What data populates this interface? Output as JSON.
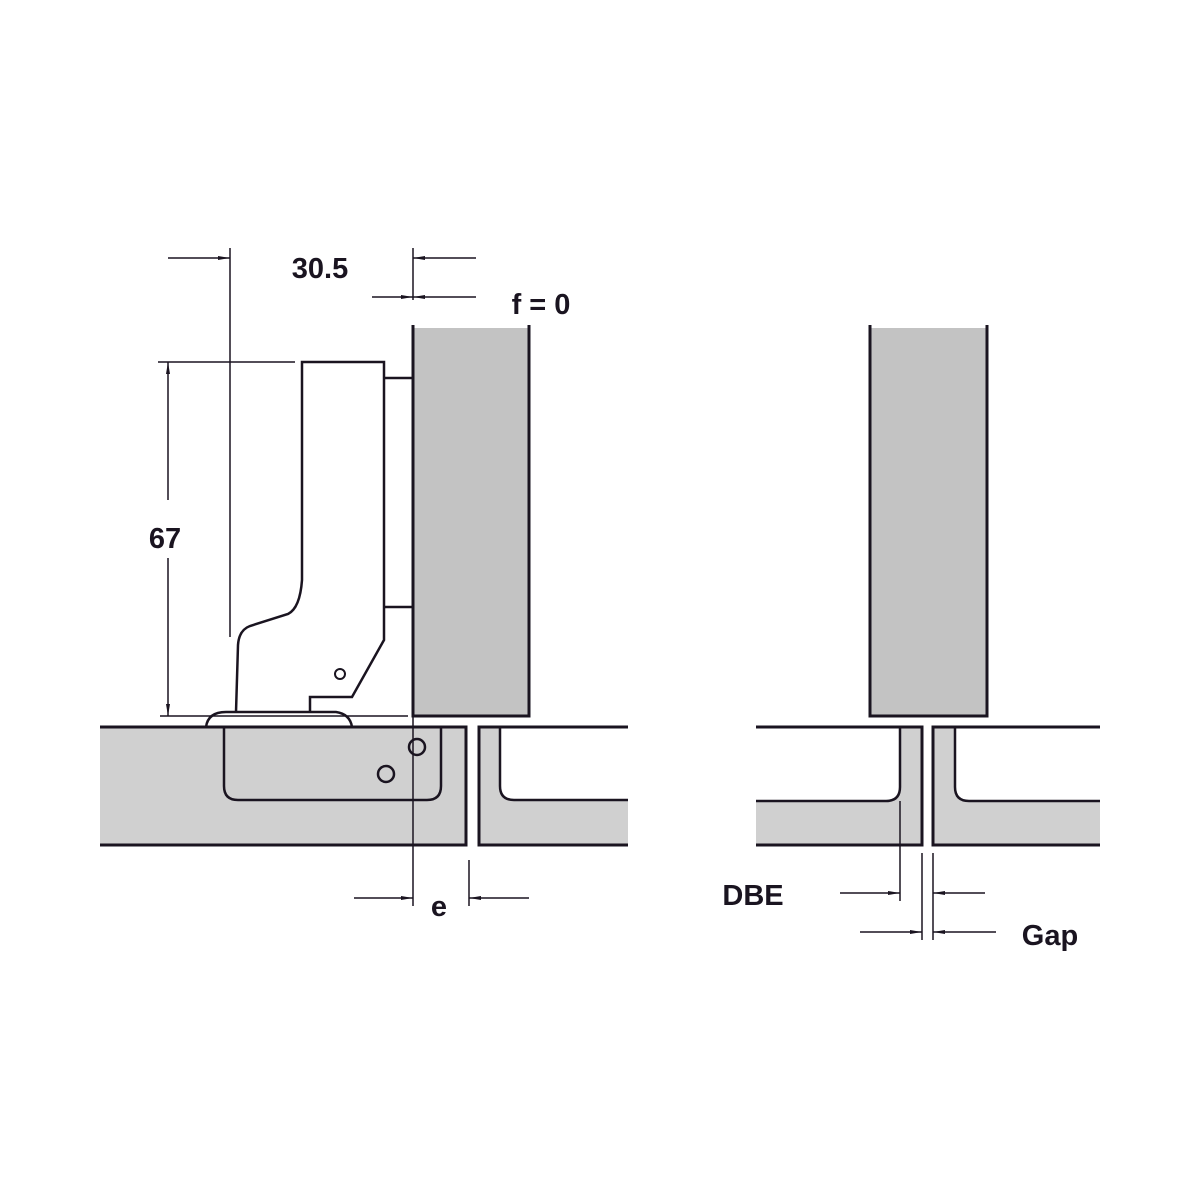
{
  "colors": {
    "line": "#1a1420",
    "panel": "#c3c3c3",
    "carcass": "#d0d0d0",
    "background": "#ffffff"
  },
  "labels": {
    "overlay_width": "30.5",
    "hinge_height": "67",
    "f_value": "f = 0",
    "e_label": "e",
    "dbe_label": "DBE",
    "gap_label": "Gap"
  }
}
